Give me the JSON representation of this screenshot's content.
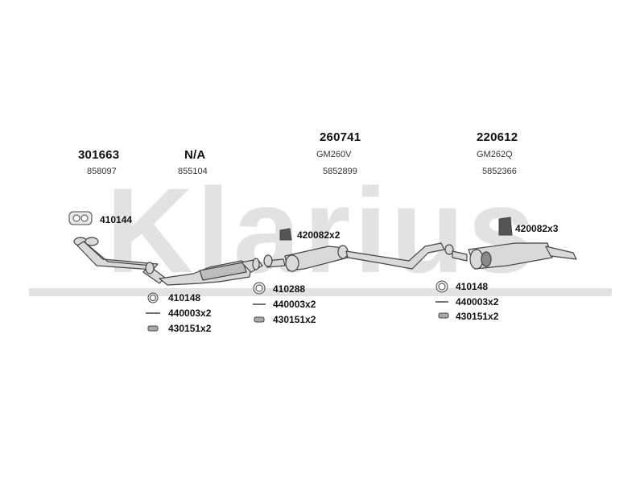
{
  "watermark": {
    "text": "Klarius",
    "color": "#e2e2e2"
  },
  "sections": [
    {
      "part_number": "301663",
      "oem_ref": "",
      "sub_number": "858097"
    },
    {
      "part_number": "N/A",
      "oem_ref": "",
      "sub_number": "855104"
    },
    {
      "part_number": "260741",
      "oem_ref": "GM260V",
      "sub_number": "5852899"
    },
    {
      "part_number": "220612",
      "oem_ref": "GM262Q",
      "sub_number": "5852366"
    }
  ],
  "accessories": {
    "front_gasket": "410144",
    "front_ring": "410148",
    "front_bolt": "440003x2",
    "front_spring": "430151x2",
    "mid_ring": "410288",
    "mid_bolt": "440003x2",
    "mid_spring": "430151x2",
    "mid_hanger": "420082x2",
    "rear_hanger": "420082x3",
    "rear_ring": "410148",
    "rear_bolt": "440003x2",
    "rear_spring": "430151x2"
  },
  "colors": {
    "line": "#444444",
    "fill": "#d9d9d9",
    "dark": "#8a8a8a"
  }
}
